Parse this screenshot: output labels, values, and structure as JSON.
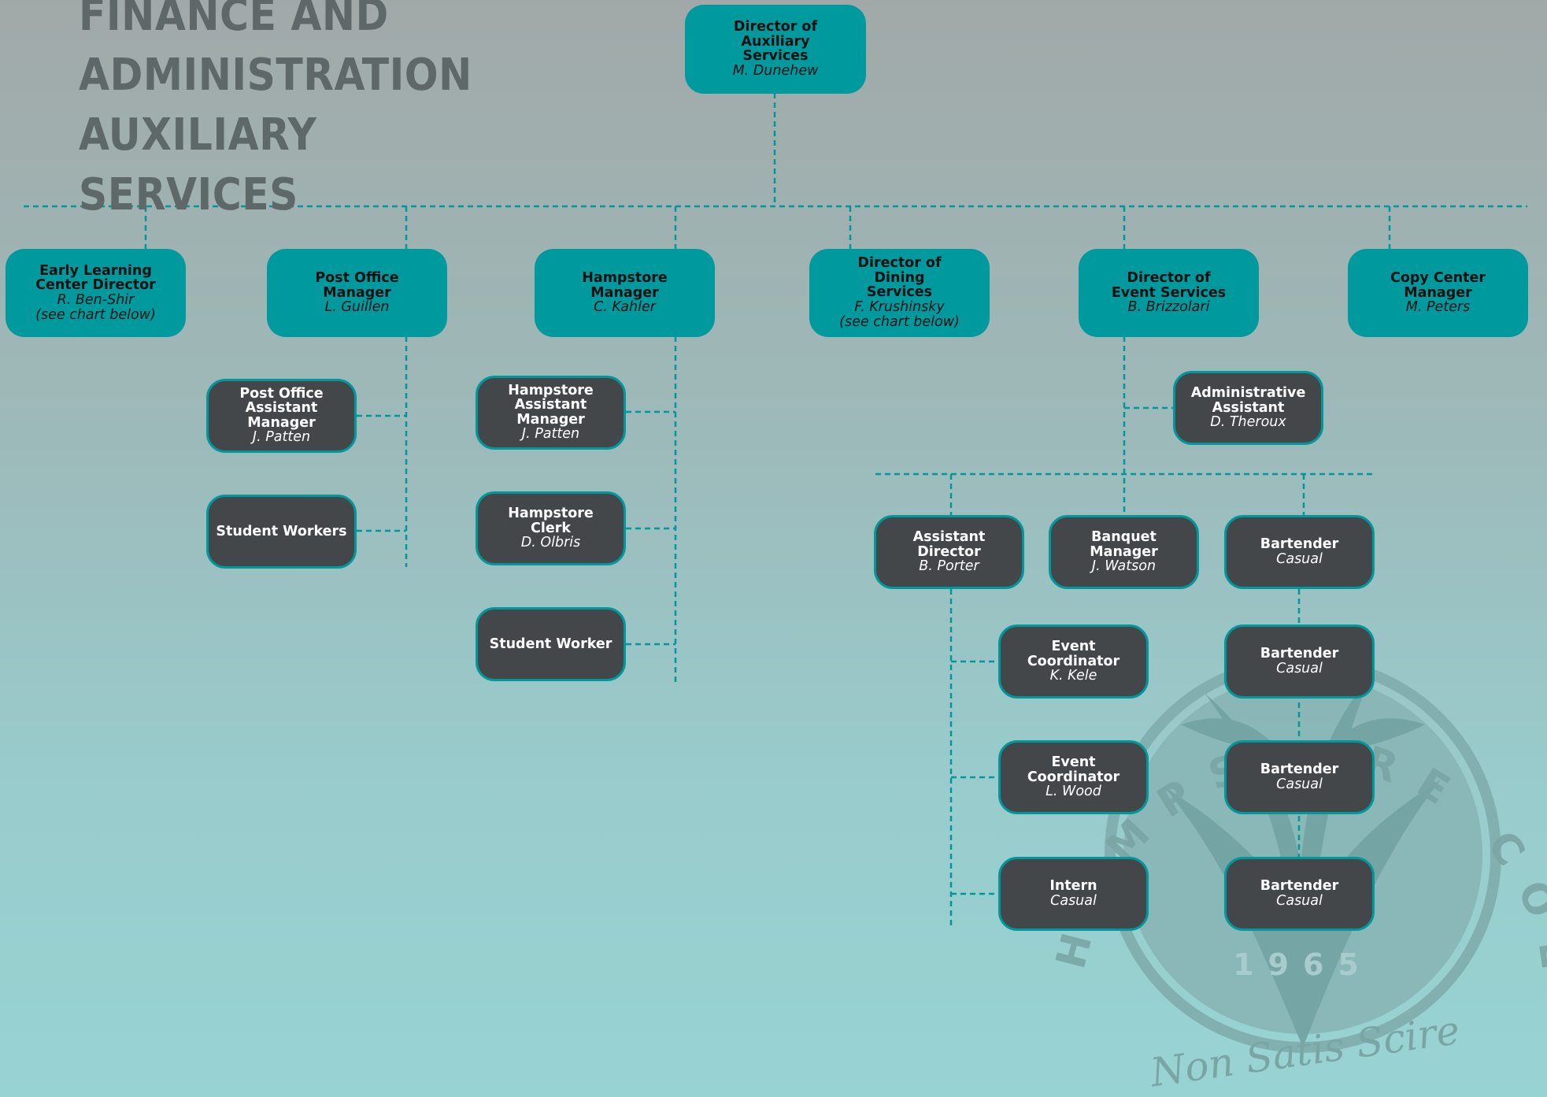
{
  "title": {
    "lines": [
      "Finance and",
      "Administration",
      "Auxiliary",
      "Services"
    ]
  },
  "seal": {
    "arc_text": "HAMPSHIRE COLLEGE",
    "year": "1965",
    "motto": "Non Satis Scire"
  },
  "colors": {
    "teal_box": "#009a9e",
    "dark_box": "#43474a",
    "connector": "#00989c",
    "title": "#5f6868"
  },
  "boxes": {
    "director_aux": {
      "title": "Director of Auxiliary Services",
      "name": "M. Dunehew"
    },
    "elc_director": {
      "title": "Early Learning Center Director",
      "name": "R. Ben-Shir",
      "note": "(see chart below)"
    },
    "post_office_manager": {
      "title": "Post Office Manager",
      "name": "L. Guillen"
    },
    "hampstore_manager": {
      "title": "Hampstore Manager",
      "name": "C. Kahler"
    },
    "dining_director": {
      "title": "Director of Dining Services",
      "name": "F. Krushinsky",
      "note": "(see chart below)"
    },
    "event_director": {
      "title": "Director of Event Services",
      "name": "B. Brizzolari"
    },
    "copy_center_manager": {
      "title": "Copy Center Manager",
      "name": "M. Peters"
    },
    "po_asst_manager": {
      "title": "Post Office Assistant Manager",
      "name": "J. Patten"
    },
    "po_student_workers": {
      "title": "Student Workers"
    },
    "hs_asst_manager": {
      "title": "Hampstore Assistant Manager",
      "name": "J. Patten"
    },
    "hs_clerk": {
      "title": "Hampstore Clerk",
      "name": "D. Olbris"
    },
    "hs_student_worker": {
      "title": "Student Worker"
    },
    "admin_assistant": {
      "title": "Administrative Assistant",
      "name": "D. Theroux"
    },
    "assistant_director": {
      "title": "Assistant Director",
      "name": "B. Porter"
    },
    "banquet_manager": {
      "title": "Banquet Manager",
      "name": "J. Watson"
    },
    "bartender_1": {
      "title": "Bartender",
      "name": "Casual"
    },
    "event_coord_1": {
      "title": "Event Coordinator",
      "name": "K. Kele"
    },
    "event_coord_2": {
      "title": "Event Coordinator",
      "name": "L. Wood"
    },
    "intern": {
      "title": "Intern",
      "name": "Casual"
    },
    "bartender_2": {
      "title": "Bartender",
      "name": "Casual"
    },
    "bartender_3": {
      "title": "Bartender",
      "name": "Casual"
    },
    "bartender_4": {
      "title": "Bartender",
      "name": "Casual"
    }
  }
}
